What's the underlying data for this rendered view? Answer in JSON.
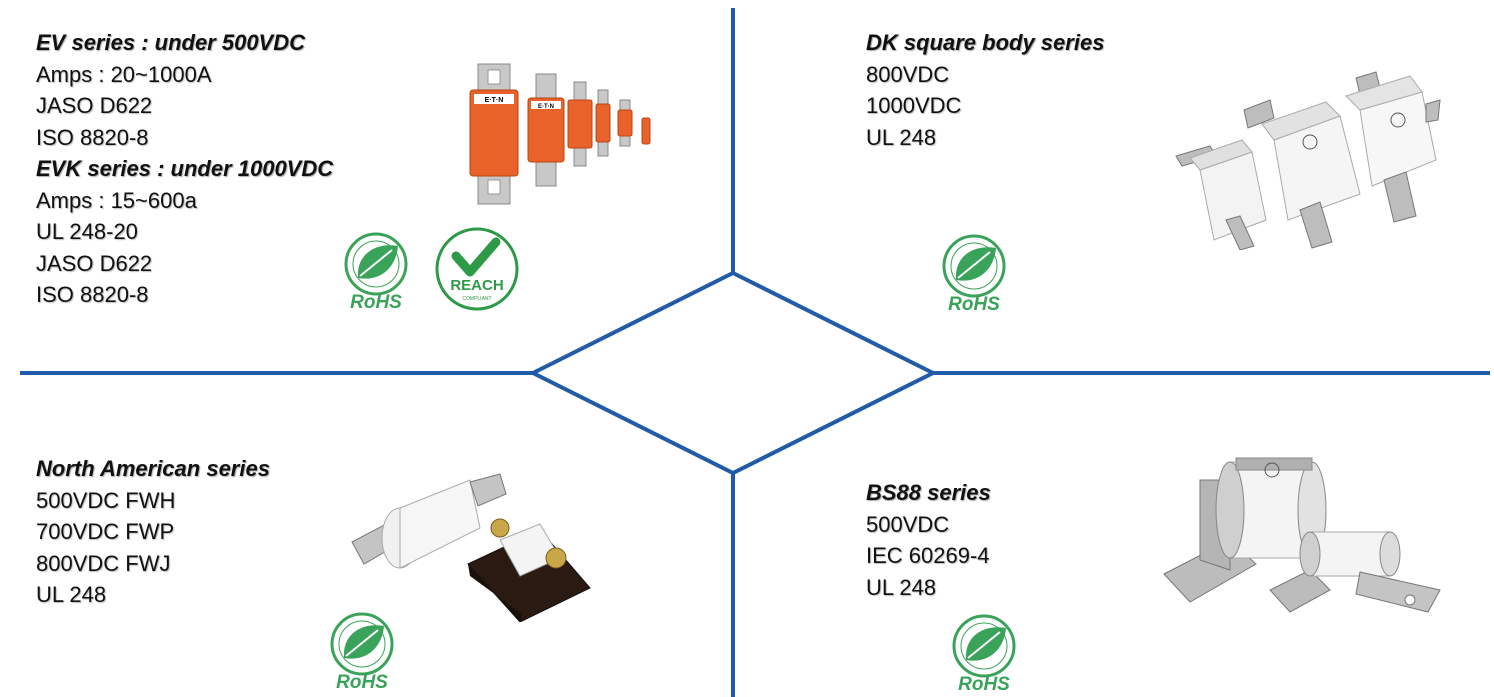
{
  "colors": {
    "divider": "#1f5ba8",
    "fuse_orange": "#e8622a",
    "rohs_green": "#3aa35a",
    "reach_check": "#2e9a47"
  },
  "quadrants": {
    "top_left": {
      "blocks": [
        {
          "title": "EV series : under 500VDC",
          "lines": [
            "Amps : 20~1000A",
            "JASO D622",
            "ISO 8820-8"
          ]
        },
        {
          "title": "EVK series : under 1000VDC",
          "lines": [
            "Amps : 15~600a",
            "UL 248-20",
            "JASO D622",
            "ISO 8820-8"
          ]
        }
      ],
      "badges": {
        "rohs": "RoHS",
        "reach": "REACH",
        "reach_sub": "COMPLIANT"
      }
    },
    "top_right": {
      "title": "DK square body series",
      "lines": [
        "800VDC",
        "1000VDC",
        "UL 248"
      ],
      "badges": {
        "rohs": "RoHS"
      }
    },
    "bottom_left": {
      "title": "North American series",
      "lines": [
        "500VDC FWH",
        "700VDC FWP",
        "800VDC FWJ",
        "UL 248"
      ],
      "badges": {
        "rohs": "RoHS"
      }
    },
    "bottom_right": {
      "title": "BS88 series",
      "lines": [
        "500VDC",
        "IEC 60269-4",
        "UL 248"
      ],
      "badges": {
        "rohs": "RoHS"
      }
    }
  },
  "fuse_brand": "E·T·N"
}
